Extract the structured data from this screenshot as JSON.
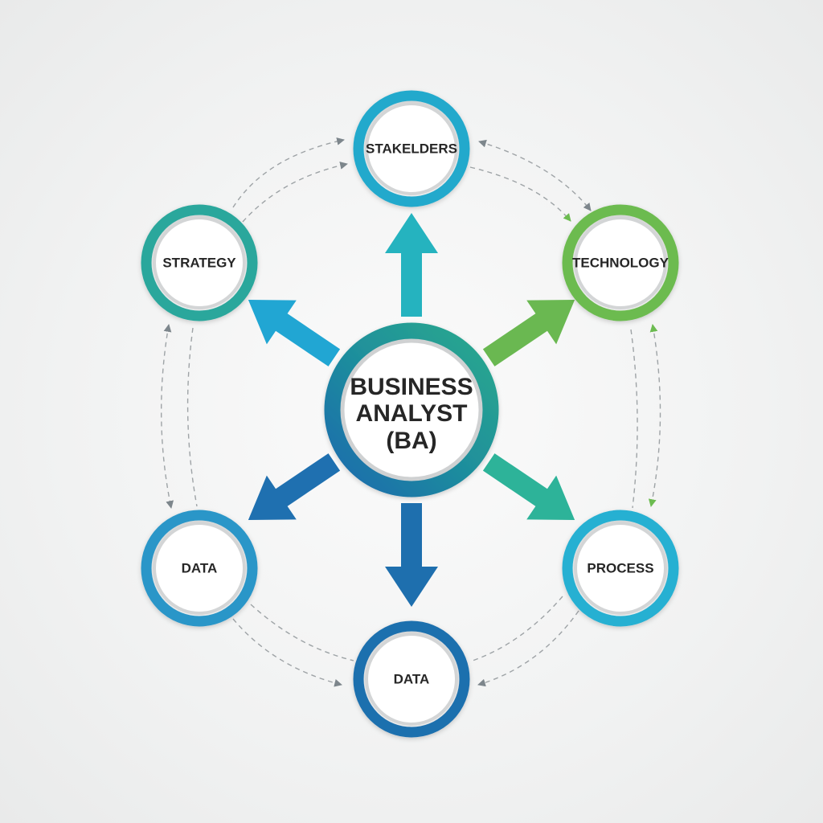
{
  "center": {
    "lines": [
      "BUSINESS",
      "ANALYST",
      "(BA)"
    ]
  },
  "nodes": [
    {
      "label": "STAKELDERS",
      "color": "#21a9cc"
    },
    {
      "label": "STRATEGY",
      "color": "#2aa79c"
    },
    {
      "label": "TECHNOLOGY",
      "color": "#6cbb50"
    },
    {
      "label": "DATA",
      "color": "#2a96c8"
    },
    {
      "label": "PROCESS",
      "color": "#28b0d2"
    },
    {
      "label": "DATA",
      "color": "#1f6fae"
    }
  ],
  "arrows": [
    {
      "to": "STAKELDERS",
      "color": "#25b3bf"
    },
    {
      "to": "STRATEGY",
      "color": "#21a6d3"
    },
    {
      "to": "TECHNOLOGY",
      "color": "#6ab851"
    },
    {
      "to": "DATA",
      "color": "#1f70b0"
    },
    {
      "to": "PROCESS",
      "color": "#2db399"
    },
    {
      "to": "DATA",
      "color": "#1e6fae"
    }
  ]
}
